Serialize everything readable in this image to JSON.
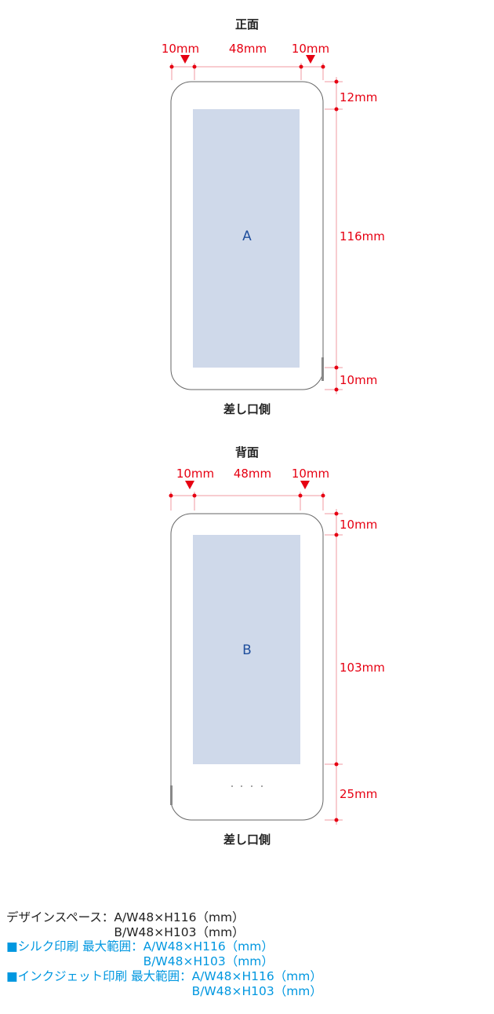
{
  "front": {
    "title": "正面",
    "top_dims": [
      "10mm",
      "48mm",
      "10mm"
    ],
    "side_dims": [
      "12mm",
      "116mm",
      "10mm"
    ],
    "area_label": "A",
    "bottom_label": "差し口側"
  },
  "back": {
    "title": "背面",
    "top_dims": [
      "10mm",
      "48mm",
      "10mm"
    ],
    "side_dims": [
      "10mm",
      "103mm",
      "25mm"
    ],
    "area_label": "B",
    "bottom_label": "差し口側"
  },
  "specs": [
    {
      "label": "デザインスペース：",
      "values": [
        "A/W48×H116（mm）",
        "B/W48×H103（mm）"
      ]
    },
    {
      "label": "■シルク印刷 最大範囲：",
      "values": [
        "A/W48×H116（mm）",
        "B/W48×H103（mm）"
      ]
    },
    {
      "label": "■インクジェット印刷 最大範囲：",
      "values": [
        "A/W48×H116（mm）",
        "B/W48×H103（mm）"
      ]
    }
  ],
  "colors": {
    "dimension": "#e60012",
    "print_area": "#cfd9ea",
    "area_label": "#1f4e9c",
    "spec_blue": "#0097e0"
  }
}
